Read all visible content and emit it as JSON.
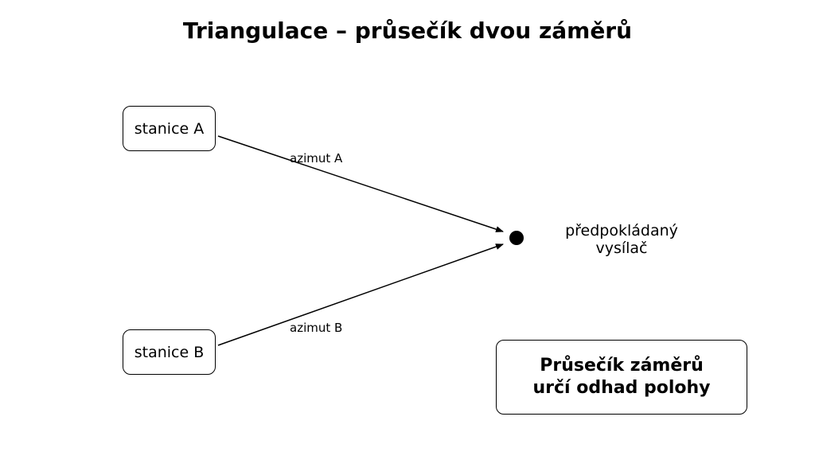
{
  "title": "Triangulace – průsečík dvou záměrů",
  "stations": {
    "a": "stanice A",
    "b": "stanice B"
  },
  "bearings": {
    "a": "azimut A",
    "b": "azimut B"
  },
  "target": {
    "line1": "předpokládaný",
    "line2": "vysílač"
  },
  "conclusion": {
    "line1": "Průsečík záměrů",
    "line2": "určí odhad polohy"
  }
}
